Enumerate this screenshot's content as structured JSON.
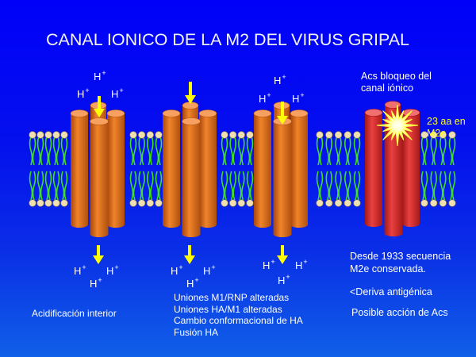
{
  "title": "CANAL IONICO DE LA M2 DEL VIRUS GRIPAL",
  "ion_label": "H",
  "ion_charge": "+",
  "blocking_antibody_label": [
    "Acs bloqueo del",
    "canal iónico"
  ],
  "m2e_label": [
    "23 aa en",
    "M2e"
  ],
  "captions": {
    "acidification": "Acidificación interior",
    "effects": [
      "Uniones M1/RNP alteradas",
      "Uniones HA/M1 alteradas",
      "Cambio conformacional de HA",
      "Fusión HA"
    ],
    "conservation": [
      "Desde 1933 secuencia",
      "M2e conservada."
    ],
    "drift": "<Deriva antigénica",
    "antibody_action": "Posible acción de Acs"
  },
  "colors": {
    "background": "#0000f8",
    "channel_open": "#e8731e",
    "channel_blocked": "#e43030",
    "lipid_tail": "#40e020",
    "lipid_head": "#f0e0b0",
    "arrow": "#ffff00",
    "burst": "#ffff40"
  }
}
